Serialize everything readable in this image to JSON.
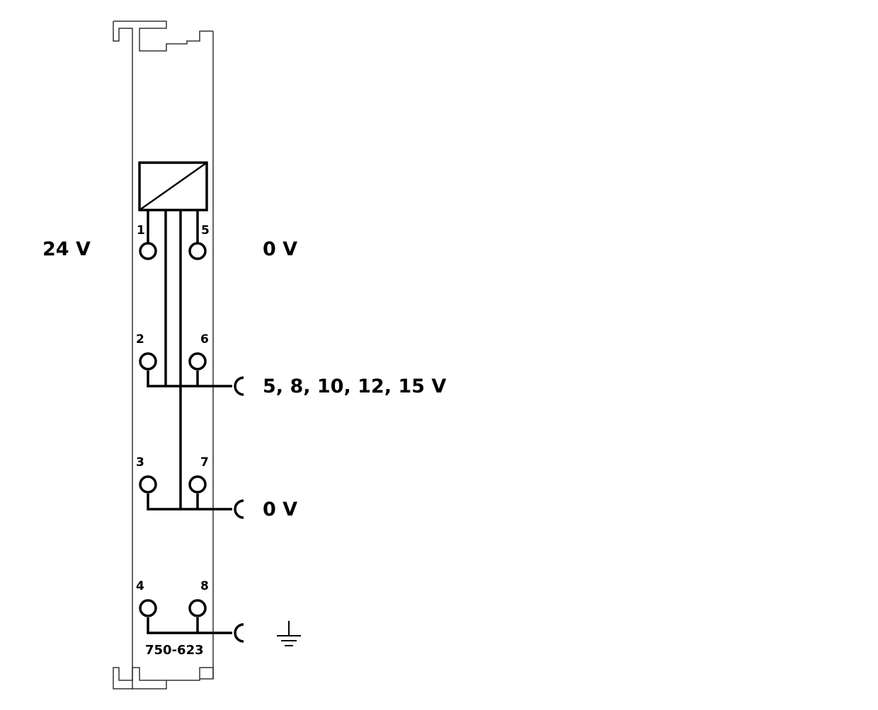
{
  "supply": {
    "left_label": "24 V",
    "right_label": "0 V"
  },
  "pins": {
    "p1": "1",
    "p2": "2",
    "p3": "3",
    "p4": "4",
    "p5": "5",
    "p6": "6",
    "p7": "7",
    "p8": "8"
  },
  "outputs": {
    "voltage_label": "5, 8, 10, 12, 15 V",
    "zero_label": "0 V"
  },
  "module": {
    "model": "750-623"
  },
  "icons": {
    "converter": "dc-dc-converter-icon",
    "ground": "ground-icon",
    "connector": "connector-socket-icon"
  }
}
